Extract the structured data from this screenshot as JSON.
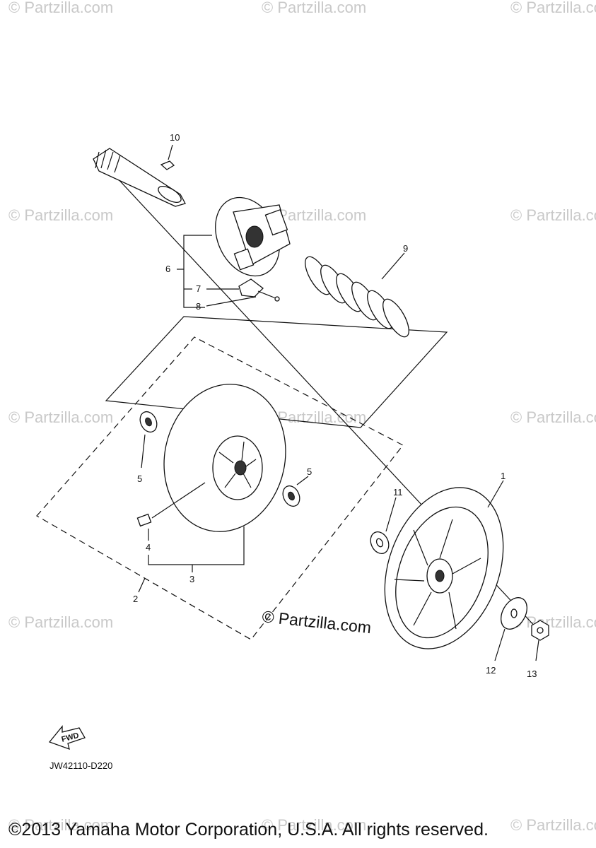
{
  "callouts": {
    "c1": "1",
    "c2": "2",
    "c3": "3",
    "c4": "4",
    "c5a": "5",
    "c5b": "5",
    "c6": "6",
    "c7": "7",
    "c8": "8",
    "c9": "9",
    "c10": "10",
    "c11": "11",
    "c12": "12",
    "c13": "13"
  },
  "watermark": {
    "text": "© Partzilla.com",
    "center_text": "© Partzilla.com"
  },
  "fwd_arrow_label": "FWD",
  "diagram_code": "JW42110-D220",
  "copyright": "©2013 Yamaha Motor Corporation, U.S.A. All rights reserved."
}
